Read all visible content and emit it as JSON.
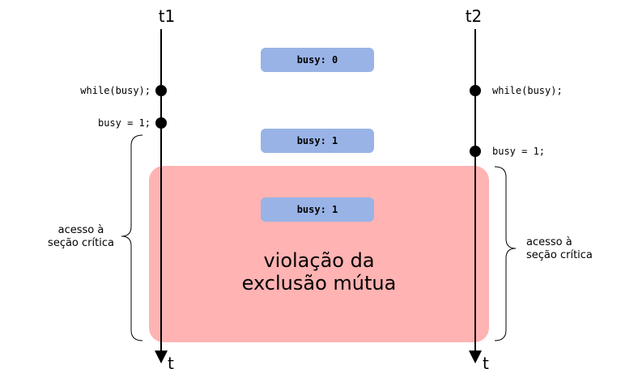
{
  "threads": {
    "left": {
      "label": "t1",
      "time_label": "t"
    },
    "right": {
      "label": "t2",
      "time_label": "t"
    }
  },
  "states": [
    {
      "text": "busy: 0"
    },
    {
      "text": "busy: 1"
    },
    {
      "text": "busy: 1"
    }
  ],
  "left_events": [
    {
      "text": "while(busy);"
    },
    {
      "text": "busy = 1;"
    }
  ],
  "right_events": [
    {
      "text": "while(busy);"
    },
    {
      "text": "busy = 1;"
    }
  ],
  "critical_section": {
    "left": {
      "line1": "acesso à",
      "line2": "seção crítica"
    },
    "right": {
      "line1": "acesso à",
      "line2": "seção crítica"
    }
  },
  "violation": {
    "line1": "violação da",
    "line2": "exclusão mútua"
  },
  "colors": {
    "violation_fill": "#ffb3b3",
    "state_fill": "#99b3e6",
    "line": "#000000"
  }
}
